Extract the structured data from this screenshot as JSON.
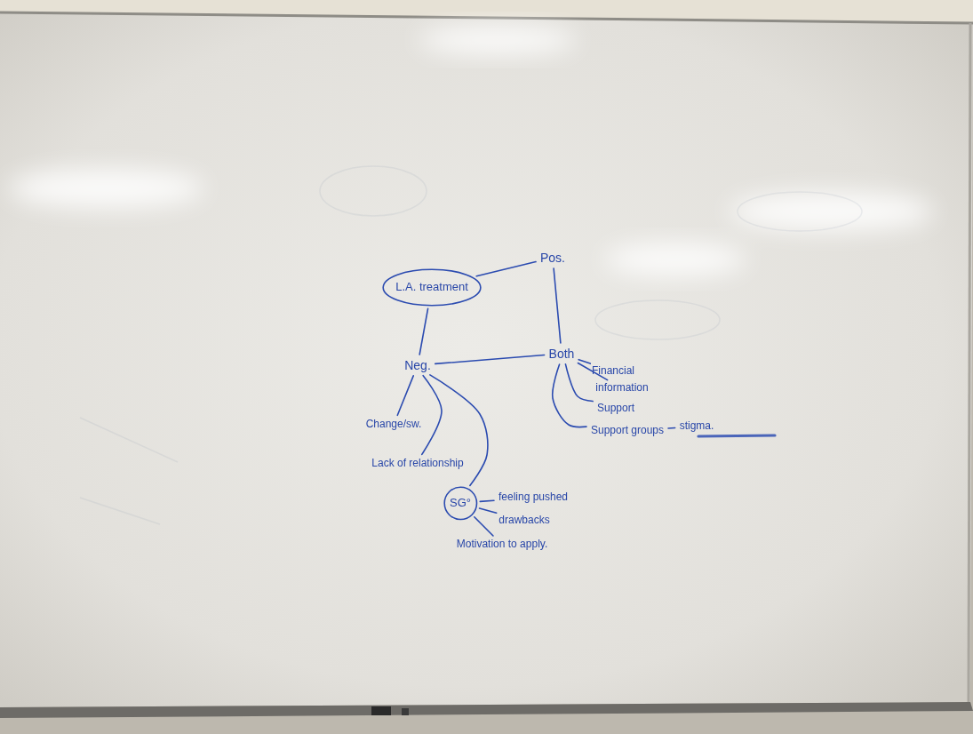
{
  "diagram": {
    "nodes": [
      {
        "text": [
          "L.A. treatment"
        ]
      },
      {
        "text": [
          "Pos."
        ]
      },
      {
        "text": [
          "Neg."
        ]
      },
      {
        "text": [
          "Both"
        ]
      },
      {
        "text": [
          "Financial"
        ]
      },
      {
        "text": [
          "information"
        ]
      },
      {
        "text": [
          "Support"
        ]
      },
      {
        "text": [
          "Support groups"
        ]
      },
      {
        "text": [
          "stigma."
        ]
      },
      {
        "text": [
          "Change/sw."
        ]
      },
      {
        "text": [
          "Lack of relationship"
        ]
      },
      {
        "text": [
          "SG°"
        ]
      },
      {
        "text": [
          "feeling pushed"
        ]
      },
      {
        "text": [
          "drawbacks"
        ]
      },
      {
        "text": [
          "Motivation to apply."
        ]
      }
    ],
    "edges": [
      {
        "from": 0,
        "to": 1,
        "arrow": "none"
      },
      {
        "from": 0,
        "to": 2,
        "arrow": "none"
      },
      {
        "from": 1,
        "to": 3,
        "arrow": "none"
      },
      {
        "from": 2,
        "to": 3,
        "arrow": "none"
      },
      {
        "from": 3,
        "to": 4,
        "arrow": "none"
      },
      {
        "from": 3,
        "to": 5,
        "arrow": "none"
      },
      {
        "from": 3,
        "to": 6,
        "arrow": "none"
      },
      {
        "from": 3,
        "to": 7,
        "arrow": "none"
      },
      {
        "from": 7,
        "to": 8,
        "arrow": "none"
      },
      {
        "from": 2,
        "to": 9,
        "arrow": "none"
      },
      {
        "from": 2,
        "to": 10,
        "arrow": "none"
      },
      {
        "from": 2,
        "to": 11,
        "arrow": "none"
      },
      {
        "from": 11,
        "to": 12,
        "arrow": "none"
      },
      {
        "from": 11,
        "to": 13,
        "arrow": "none"
      },
      {
        "from": 11,
        "to": 14,
        "arrow": "none"
      }
    ]
  }
}
